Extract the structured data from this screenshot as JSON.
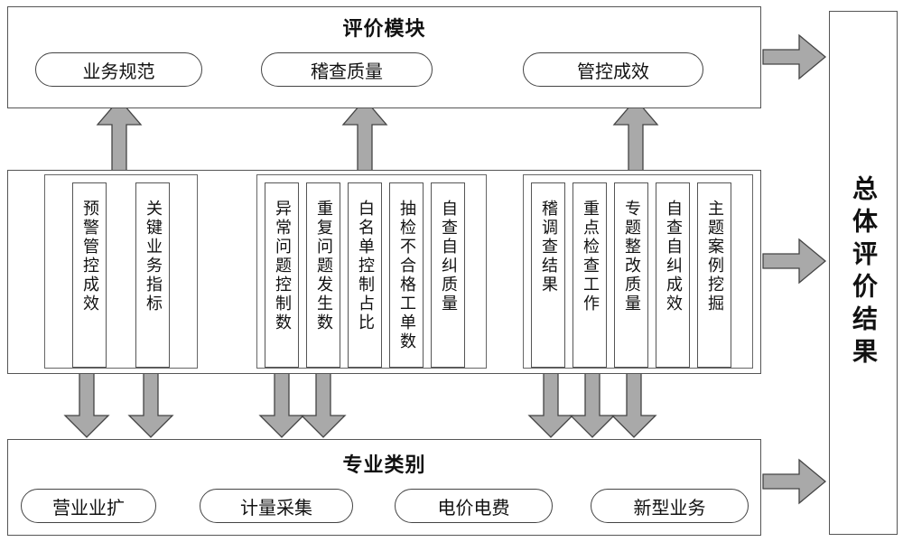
{
  "eval_module": {
    "title": "评价模块",
    "items": [
      "业务规范",
      "稽查质量",
      "管控成效"
    ]
  },
  "indicators": {
    "group1": [
      "预警管控成效",
      "关键业务指标"
    ],
    "group2": [
      "异常问题控制数",
      "重复问题发生数",
      "白名单控制占比",
      "抽检不合格工单数",
      "自查自纠质量"
    ],
    "group3": [
      "稽调查结果",
      "重点检查工作",
      "专题整改质量",
      "自查自纠成效",
      "主题案例挖掘"
    ]
  },
  "categories": {
    "title": "专业类别",
    "items": [
      "营业业扩",
      "计量采集",
      "电价电费",
      "新型业务"
    ]
  },
  "result": {
    "label": "总体评价结果"
  }
}
